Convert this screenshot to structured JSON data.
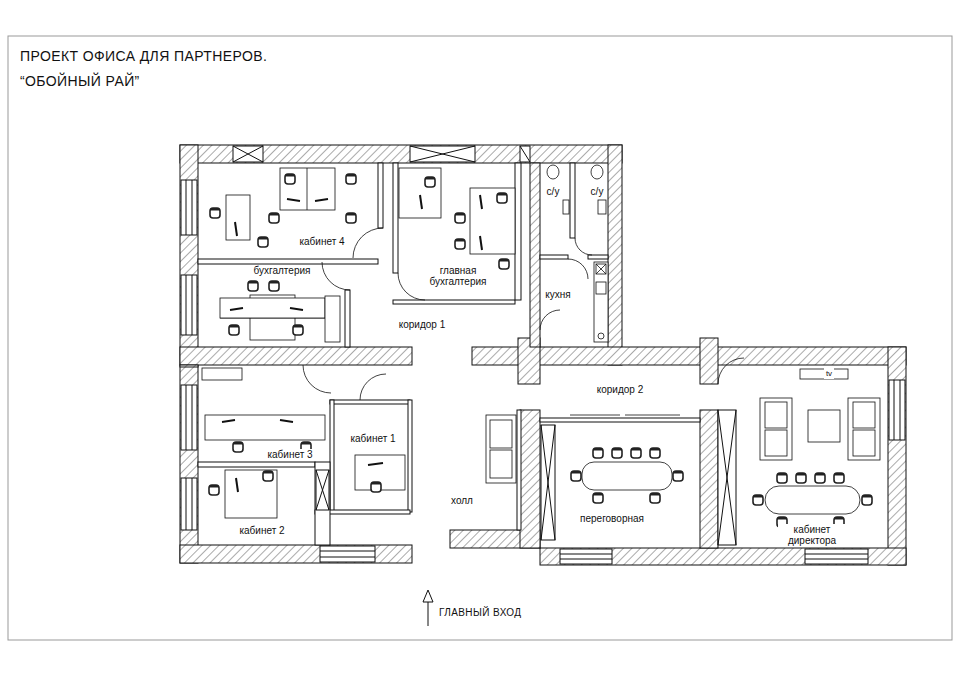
{
  "diagram": {
    "title": "ПРОЕКТ ОФИСА ДЛЯ ПАРТНЕРОВ. “ОБОЙНЫЙ РАЙ”",
    "labels": [
      "кабинет 4",
      "бухгалтерия",
      "главная бухгалтерия",
      "коридор 1",
      "с/у",
      "с/у",
      "кухня",
      "коридор 2",
      "tv",
      "кабинет 3",
      "кабинет 1",
      "холл",
      "кабинет 2",
      "переговорная",
      "кабинет директора",
      "ГЛАВНЫЙ ВХОД"
    ]
  }
}
